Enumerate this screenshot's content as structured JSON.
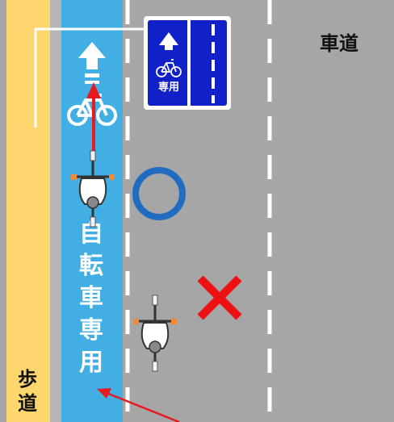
{
  "labels": {
    "roadway": "車道",
    "sidewalk": [
      "歩",
      "道"
    ],
    "lane_marking": [
      "自",
      "転",
      "車",
      "専",
      "用"
    ],
    "sign_text": "専用"
  },
  "marks": {
    "ok": "○",
    "ng": "×"
  },
  "colors": {
    "sidewalk": "#fdd66e",
    "bike_lane": "#41aee4",
    "road": "#a6a6a6",
    "ok_mark": "#1f6cc0",
    "ng_mark": "#ee1111",
    "arrow": "#e71921",
    "sign_blue": "#1021c8",
    "lane_line": "#ffffff"
  },
  "icons": [
    "straight-arrow-icon",
    "bicycle-icon",
    "cyclist-icon",
    "sign-bicycle-icon",
    "sign-arrow-icon"
  ]
}
